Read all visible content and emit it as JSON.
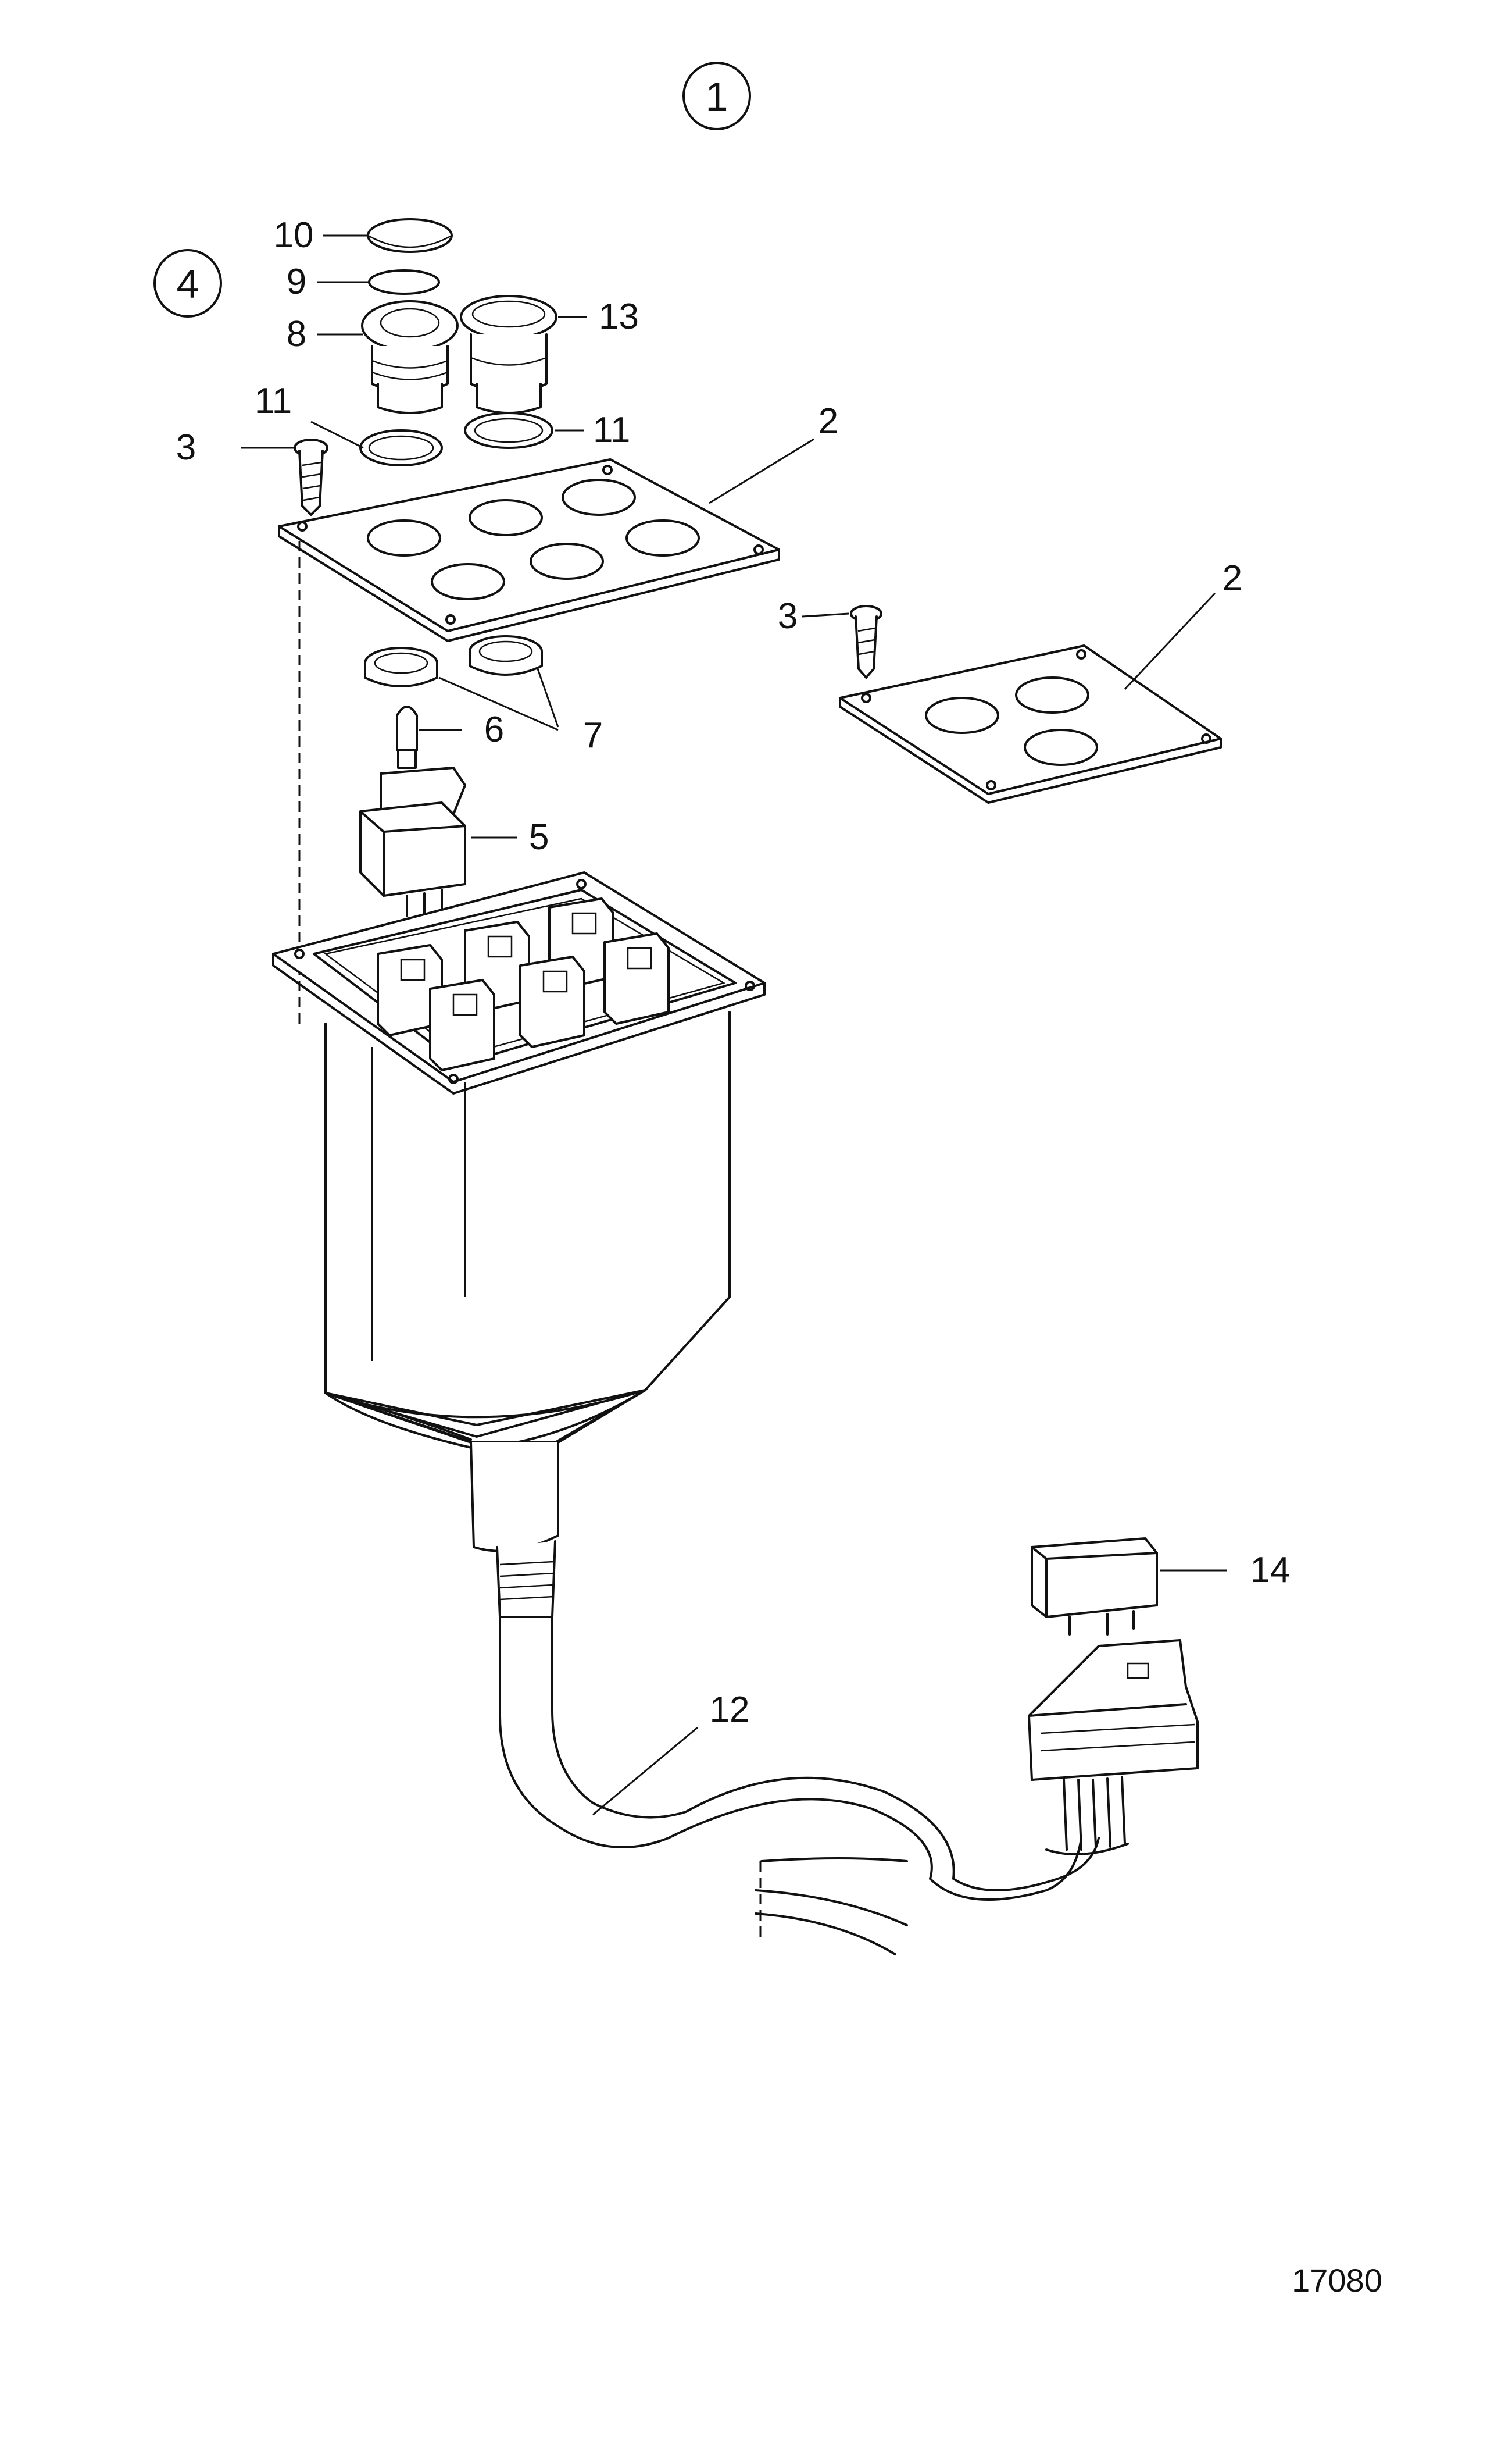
{
  "diagram": {
    "circled_refs": [
      "1",
      "4"
    ],
    "callouts": {
      "c10": "10",
      "c9": "9",
      "c8": "8",
      "c13": "13",
      "c11a": "11",
      "c11b": "11",
      "c3a": "3",
      "c2a": "2",
      "c3b": "3",
      "c2b": "2",
      "c6": "6",
      "c7": "7",
      "c5": "5",
      "c14": "14",
      "c12": "12"
    },
    "figure_number": "17080"
  }
}
